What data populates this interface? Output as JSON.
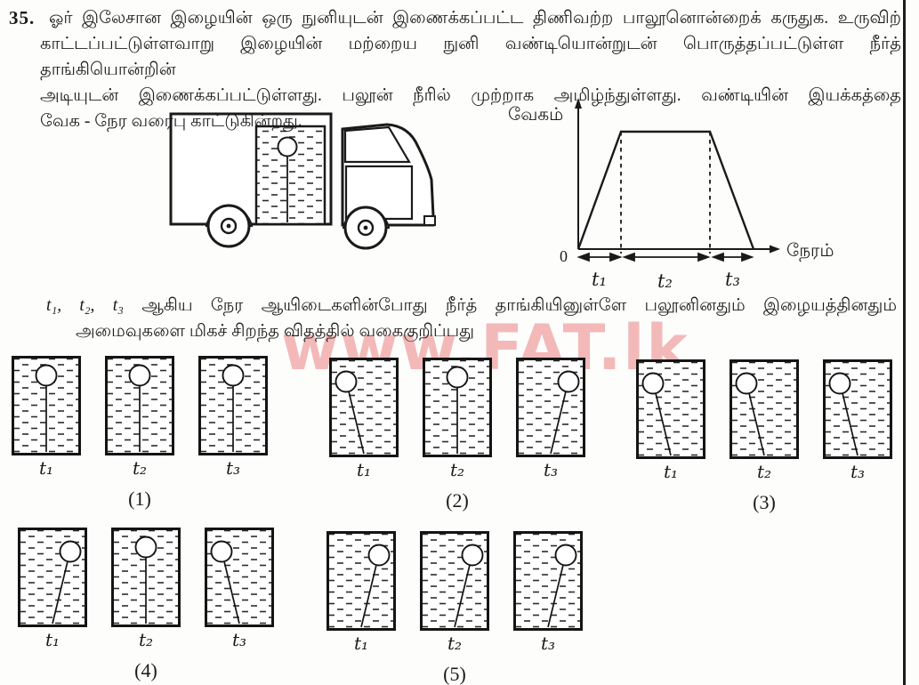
{
  "watermark_text": "www.FAT.lk",
  "question": {
    "number": "35.",
    "body_lines": [
      "ஓர் இலேசான இழையின் ஒரு நுனியுடன் இணைக்கப்பட்ட திணிவற்ற பாலூனொன்றைக் கருதுக. உருவிற்",
      "காட்டப்பட்டுள்ளவாறு இழையின் மற்றைய நுனி வண்டியொன்றுடன் பொருத்தப்பட்டுள்ள நீர்த் தாங்கியொன்றின்",
      "அடியுடன் இணைக்கப்பட்டுள்ளது. பலூன் நீரில் முற்றாக அமிழ்ந்துள்ளது. வண்டியின் இயக்கத்தை",
      "வேக - நேர வரைபு காட்டுகின்றது."
    ],
    "sub_question": {
      "time_symbols": "t₁, t₂, t₃",
      "line1_rest": "ஆகிய நேர ஆயிடைகளின்போது நீர்த் தாங்கியினுள்ளே பலூனினதும் இழையத்தினதும்",
      "line2": "அமைவுகளை மிகச் சிறந்த விதத்தில் வகைகுறிப்பது"
    }
  },
  "graph": {
    "y_axis_label": "வேகம்",
    "x_axis_label": "நேரம்",
    "origin_label": "0",
    "interval_labels": [
      "t₁",
      "t₂",
      "t₃"
    ]
  },
  "chart_data": {
    "type": "line",
    "title": "",
    "xlabel": "நேரம்",
    "ylabel": "வேகம்",
    "x_intervals": [
      "t₁",
      "t₂",
      "t₃"
    ],
    "points_qualitative": [
      [
        "0",
        0
      ],
      [
        "t₁",
        "v_max"
      ],
      [
        "t₁+t₂",
        "v_max"
      ],
      [
        "t₁+t₂+t₃",
        0
      ]
    ],
    "profile": "velocity rises linearly during t₁, stays constant during t₂, falls linearly to zero during t₃"
  },
  "options": [
    {
      "number": "(1)",
      "tanks": [
        {
          "time": "t₁",
          "string_tilt": "vertical"
        },
        {
          "time": "t₂",
          "string_tilt": "vertical"
        },
        {
          "time": "t₃",
          "string_tilt": "vertical"
        }
      ]
    },
    {
      "number": "(2)",
      "tanks": [
        {
          "time": "t₁",
          "string_tilt": "left"
        },
        {
          "time": "t₂",
          "string_tilt": "vertical"
        },
        {
          "time": "t₃",
          "string_tilt": "right"
        }
      ]
    },
    {
      "number": "(3)",
      "tanks": [
        {
          "time": "t₁",
          "string_tilt": "left"
        },
        {
          "time": "t₂",
          "string_tilt": "left"
        },
        {
          "time": "t₃",
          "string_tilt": "left"
        }
      ]
    },
    {
      "number": "(4)",
      "tanks": [
        {
          "time": "t₁",
          "string_tilt": "right"
        },
        {
          "time": "t₂",
          "string_tilt": "vertical"
        },
        {
          "time": "t₃",
          "string_tilt": "left"
        }
      ]
    },
    {
      "number": "(5)",
      "tanks": [
        {
          "time": "t₁",
          "string_tilt": "right"
        },
        {
          "time": "t₂",
          "string_tilt": "right"
        },
        {
          "time": "t₃",
          "string_tilt": "right"
        }
      ]
    }
  ]
}
